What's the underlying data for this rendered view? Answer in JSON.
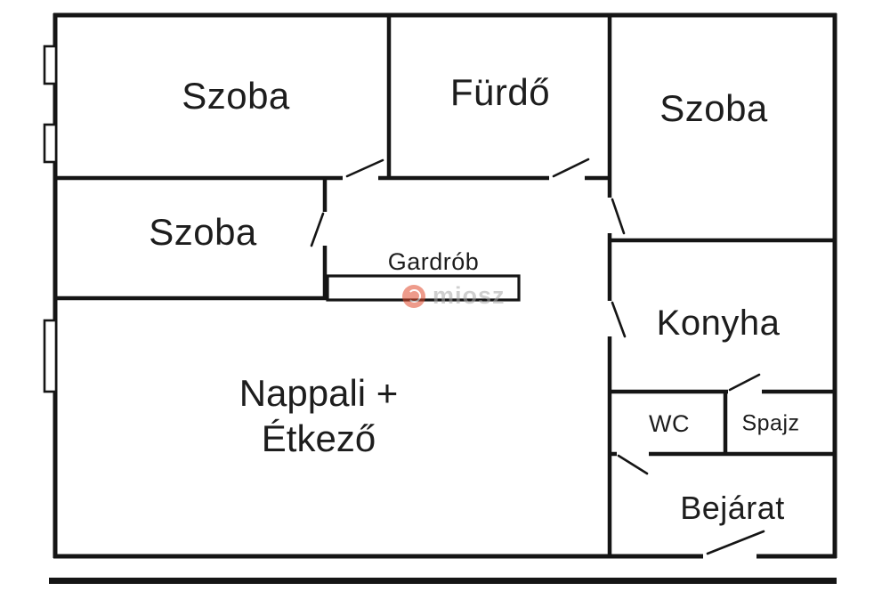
{
  "plan": {
    "rooms": {
      "szoba_top_left": "Szoba",
      "furdo": "Fürdő",
      "szoba_top_right": "Szoba",
      "szoba_mid_left": "Szoba",
      "gardrob": "Gardrób",
      "nappali_line1": "Nappali +",
      "nappali_line2": "Étkező",
      "konyha": "Konyha",
      "wc": "WC",
      "spajz": "Spajz",
      "bejarat": "Bejárat"
    },
    "watermark": "miosz"
  },
  "colors": {
    "wall": "#151515",
    "background": "#ffffff",
    "label": "#1d1d1d",
    "watermark-logo": "#e14b2e",
    "watermark-text": "#a8a8a8"
  }
}
